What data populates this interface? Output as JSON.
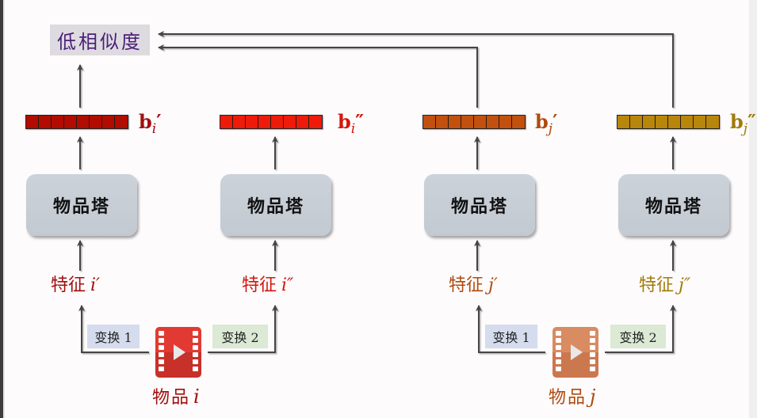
{
  "similarity": {
    "label": "低相似度",
    "color": "#4b1f78"
  },
  "vectors": [
    {
      "id": "bi1",
      "name": "b",
      "sub": "i",
      "prime": "′",
      "cells": 8,
      "color": "#b20c00",
      "label_color": "#a20e0e"
    },
    {
      "id": "bi2",
      "name": "b",
      "sub": "i",
      "prime": "″",
      "cells": 8,
      "color": "#ee1a0a",
      "label_color": "#d4160d"
    },
    {
      "id": "bj1",
      "name": "b",
      "sub": "j",
      "prime": "′",
      "cells": 8,
      "color": "#c2500f",
      "label_color": "#b04a10"
    },
    {
      "id": "bj2",
      "name": "b",
      "sub": "j",
      "prime": "″",
      "cells": 8,
      "color": "#b8860b",
      "label_color": "#a27b0d"
    }
  ],
  "towers": [
    {
      "label": "物品塔"
    },
    {
      "label": "物品塔"
    },
    {
      "label": "物品塔"
    },
    {
      "label": "物品塔"
    }
  ],
  "features": [
    {
      "label": "特征",
      "var": "i′",
      "color": "#a20e0e"
    },
    {
      "label": "特征",
      "var": "i″",
      "color": "#d4160d"
    },
    {
      "label": "特征",
      "var": "j′",
      "color": "#b04a10"
    },
    {
      "label": "特征",
      "var": "j″",
      "color": "#a27b0d"
    }
  ],
  "transforms": [
    {
      "label": "变换 1"
    },
    {
      "label": "变换 2"
    },
    {
      "label": "变换 1"
    },
    {
      "label": "变换 2"
    }
  ],
  "items": [
    {
      "label": "物品",
      "var": "i",
      "color": "#a20e0e",
      "icon": "video-film-icon",
      "icon_top": "#e23a32",
      "icon_bottom": "#c8302a"
    },
    {
      "label": "物品",
      "var": "j",
      "color": "#b04a10",
      "icon": "video-film-icon",
      "icon_top": "#d98b62",
      "icon_bottom": "#cc784e"
    }
  ],
  "wire_color": "#444444"
}
